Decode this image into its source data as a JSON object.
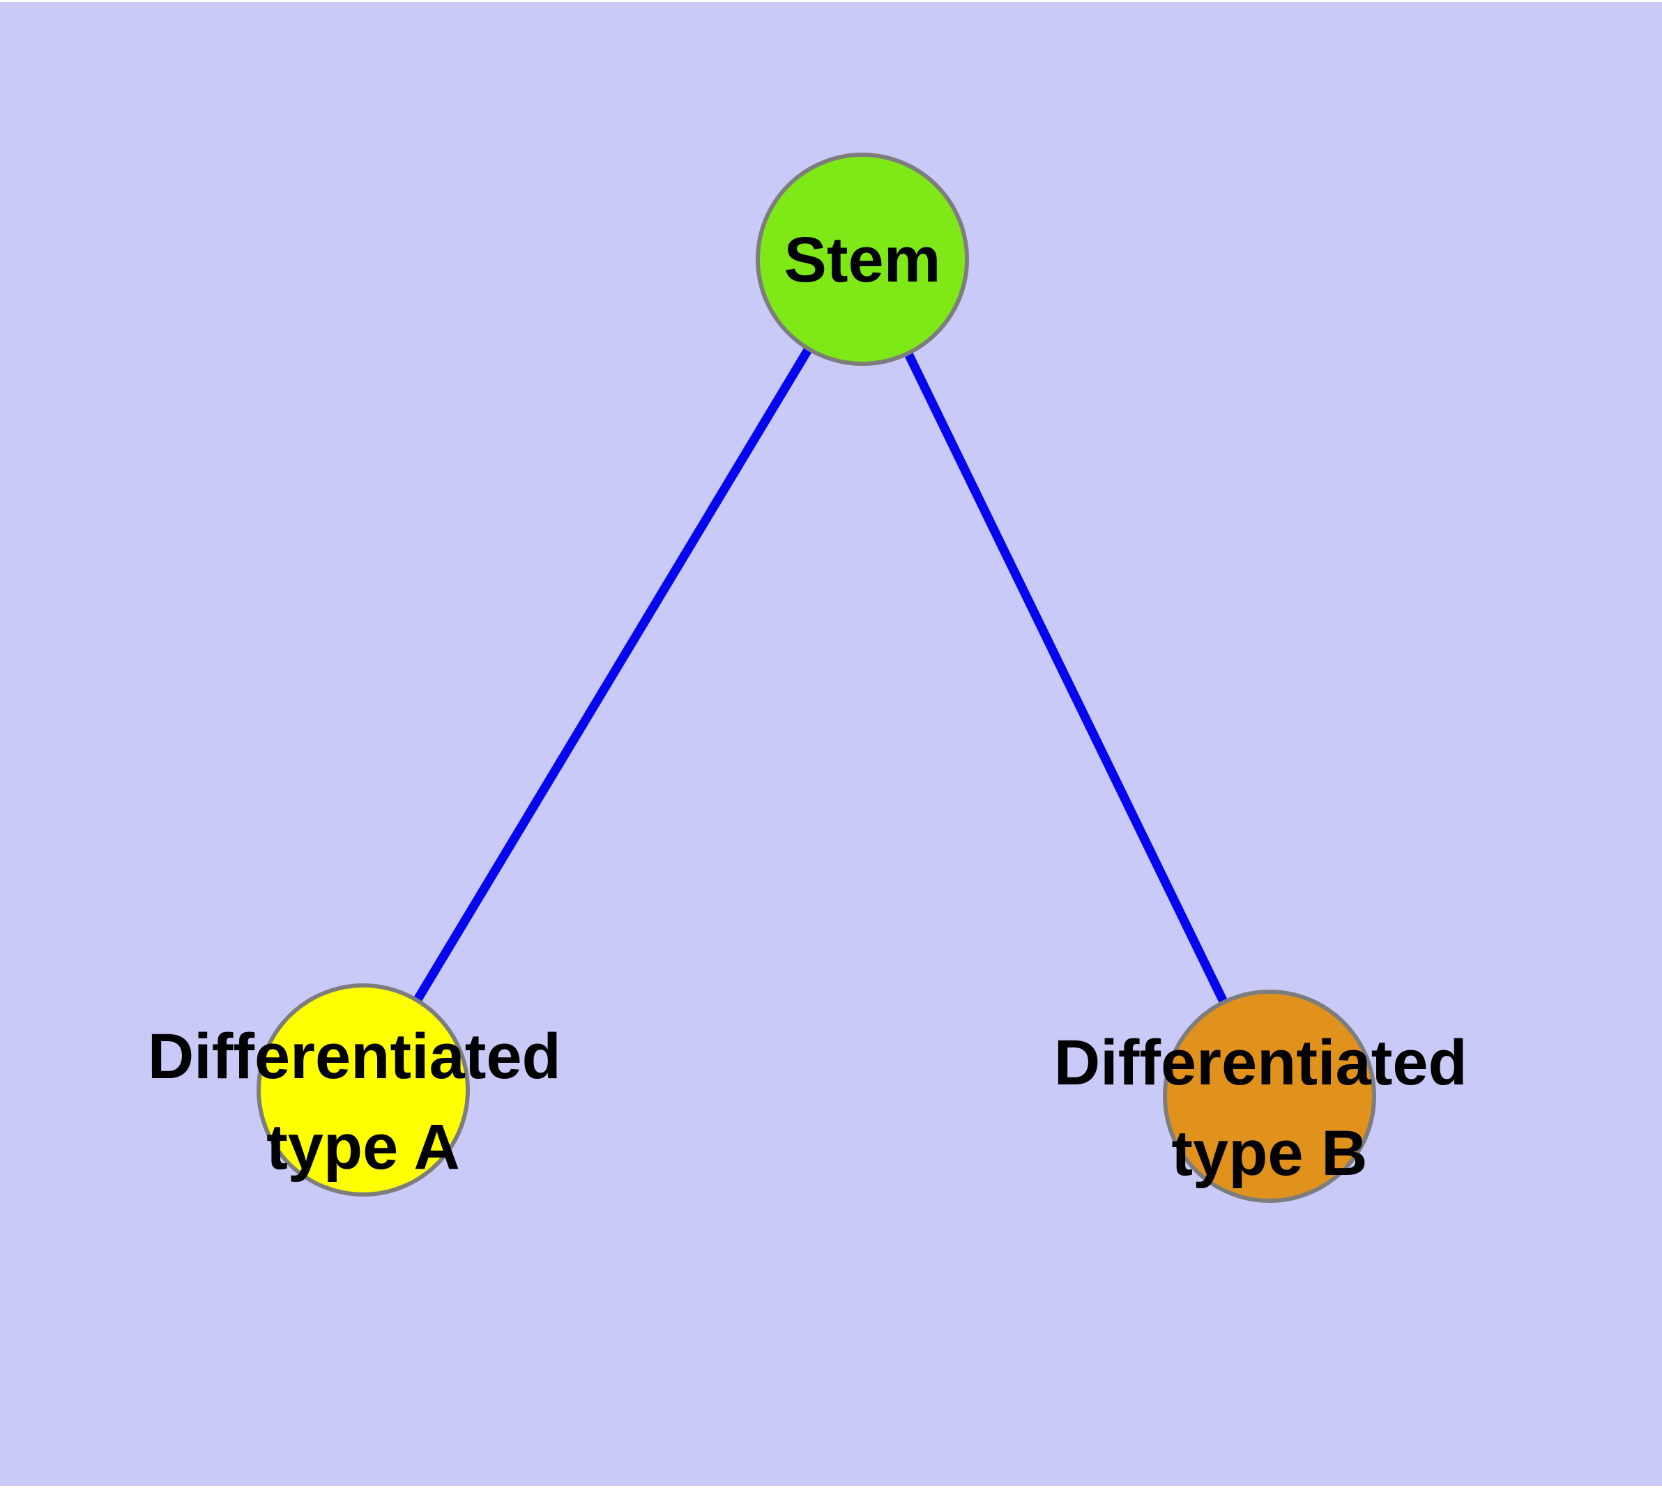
{
  "diagram": {
    "background_color": "#CACAF8",
    "edge_color": "#0606EE",
    "node_border_color": "#7D7D7D",
    "text_color": "#000000",
    "nodes": [
      {
        "id": "stem",
        "label": "Stem",
        "color": "#7FE817"
      },
      {
        "id": "type-a",
        "label_line1": "Differentiated",
        "label_line2": "type A",
        "color": "#FFFF00"
      },
      {
        "id": "type-b",
        "label_line1": "Differentiated",
        "label_line2": "type B",
        "color": "#E0921D"
      }
    ],
    "edges": [
      {
        "from": "Stem",
        "to": "Differentiated type A"
      },
      {
        "from": "Stem",
        "to": "Differentiated type B"
      }
    ]
  }
}
